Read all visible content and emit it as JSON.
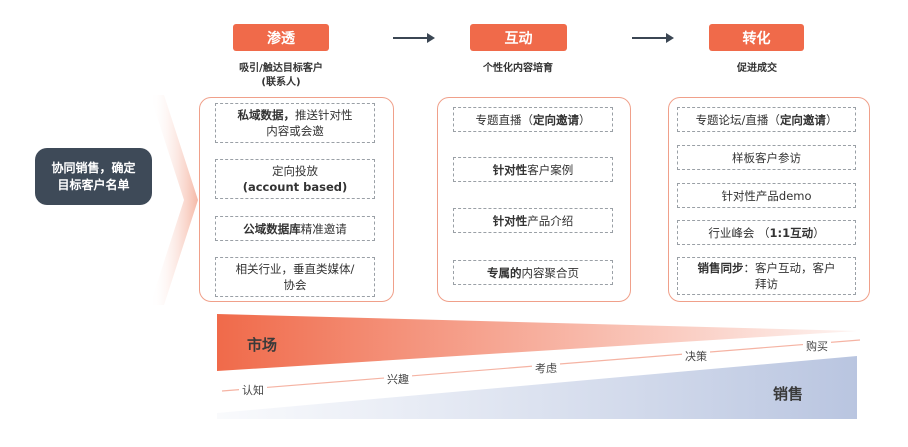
{
  "stages": [
    {
      "label": "渗透",
      "subtitle_line1": "吸引/触达目标客户",
      "subtitle_line2": "(联系人)"
    },
    {
      "label": "互动",
      "subtitle_line1": "个性化内容培育",
      "subtitle_line2": ""
    },
    {
      "label": "转化",
      "subtitle_line1": "促进成交",
      "subtitle_line2": ""
    }
  ],
  "left_box": {
    "line1": "协同销售，确定",
    "line2": "目标客户名单"
  },
  "column1": [
    {
      "bold": "私域数据，",
      "text": "推送针对性",
      "text2": "内容或会邀"
    },
    {
      "text": "定向投放",
      "bold2": "(account based)"
    },
    {
      "bold": "公域数据库",
      "text": "精准邀请"
    },
    {
      "text": "相关行业，垂直类媒体/",
      "text2": "协会"
    }
  ],
  "column2": [
    {
      "text": "专题直播（",
      "bold": "定向邀请",
      "text2": "）"
    },
    {
      "bold": "针对性",
      "text": "客户案例"
    },
    {
      "bold": "针对性",
      "text": "产品介绍"
    },
    {
      "bold": "专属的",
      "text": "内容聚合页"
    }
  ],
  "column3": [
    {
      "text": "专题论坛/直播（",
      "bold": "定向邀请",
      "text2": "）"
    },
    {
      "text": "样板客户参访"
    },
    {
      "text": "针对性产品demo"
    },
    {
      "text": "行业峰会  （",
      "bold": "1:1互动",
      "text2": "）"
    },
    {
      "bold": "销售同步",
      "text": "：客户互动，客户",
      "text2": "拜访"
    }
  ],
  "funnel": {
    "market_label": "市场",
    "sales_label": "销售",
    "steps": [
      "认知",
      "兴趣",
      "考虑",
      "决策",
      "购买"
    ],
    "colors": {
      "market": "#f06a4a",
      "sales": "#c5cfe6"
    }
  },
  "colors": {
    "accent": "#f06a4a",
    "dark": "#3e4a58",
    "border": "#f0a08a"
  }
}
